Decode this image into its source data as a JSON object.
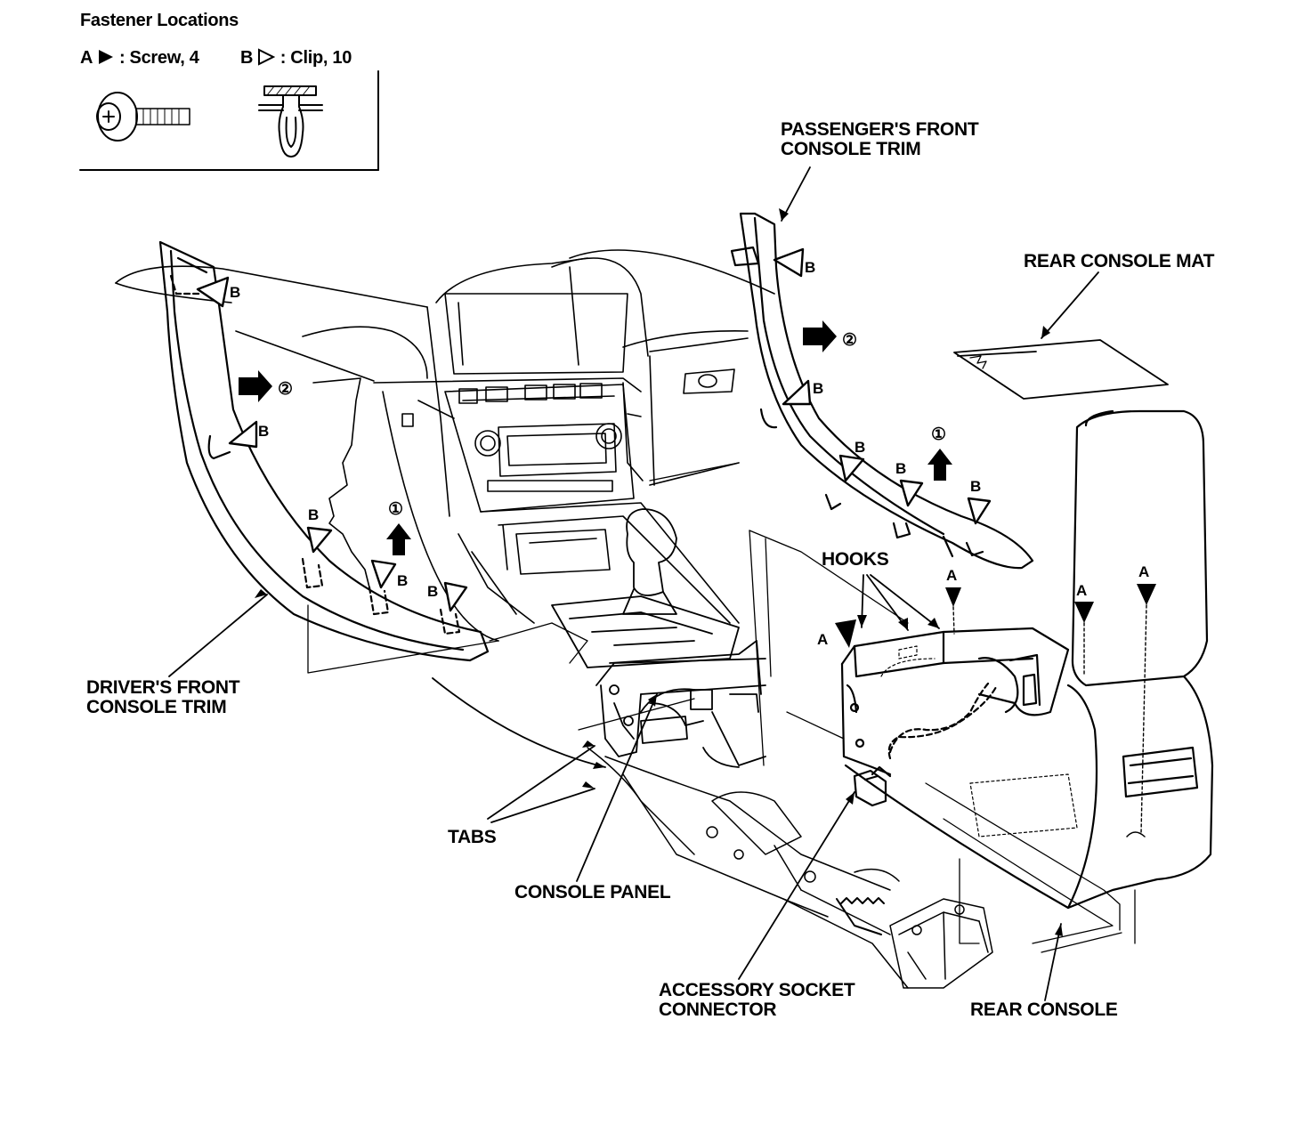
{
  "legend": {
    "title": "Fastener Locations",
    "screw_label": "A",
    "screw_desc": ": Screw, 4",
    "clip_label": "B",
    "clip_desc": ": Clip, 10"
  },
  "labels": {
    "passenger_trim_1": "PASSENGER'S FRONT",
    "passenger_trim_2": "CONSOLE TRIM",
    "rear_mat": "REAR CONSOLE MAT",
    "driver_trim_1": "DRIVER'S FRONT",
    "driver_trim_2": "CONSOLE TRIM",
    "hooks": "HOOKS",
    "tabs": "TABS",
    "console_panel": "CONSOLE PANEL",
    "accessory_1": "ACCESSORY SOCKET",
    "accessory_2": "CONNECTOR",
    "rear_console": "REAR CONSOLE"
  },
  "markers": {
    "clip": "B",
    "screw": "A",
    "step1": "①",
    "step2": "②"
  }
}
